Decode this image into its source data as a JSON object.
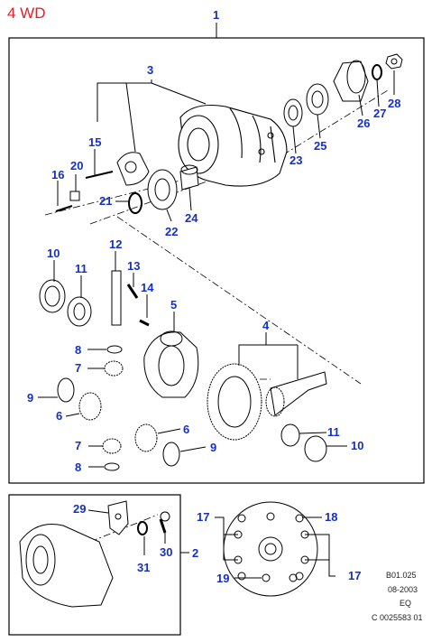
{
  "title": "4 WD",
  "main_callout": "1",
  "sub_callout": "2",
  "colors": {
    "title": "#e3202a",
    "callout": "#1530c8",
    "line": "#000000"
  },
  "callouts": [
    {
      "name": "callout-3",
      "label": "3"
    },
    {
      "name": "callout-15",
      "label": "15"
    },
    {
      "name": "callout-20",
      "label": "20"
    },
    {
      "name": "callout-16",
      "label": "16"
    },
    {
      "name": "callout-21",
      "label": "21"
    },
    {
      "name": "callout-22",
      "label": "22"
    },
    {
      "name": "callout-24",
      "label": "24"
    },
    {
      "name": "callout-23",
      "label": "23"
    },
    {
      "name": "callout-25",
      "label": "25"
    },
    {
      "name": "callout-26",
      "label": "26"
    },
    {
      "name": "callout-27",
      "label": "27"
    },
    {
      "name": "callout-28",
      "label": "28"
    },
    {
      "name": "callout-10a",
      "label": "10"
    },
    {
      "name": "callout-11a",
      "label": "11"
    },
    {
      "name": "callout-12",
      "label": "12"
    },
    {
      "name": "callout-13",
      "label": "13"
    },
    {
      "name": "callout-14",
      "label": "14"
    },
    {
      "name": "callout-5",
      "label": "5"
    },
    {
      "name": "callout-4",
      "label": "4"
    },
    {
      "name": "callout-8a",
      "label": "8"
    },
    {
      "name": "callout-7a",
      "label": "7"
    },
    {
      "name": "callout-9a",
      "label": "9"
    },
    {
      "name": "callout-6a",
      "label": "6"
    },
    {
      "name": "callout-6b",
      "label": "6"
    },
    {
      "name": "callout-7b",
      "label": "7"
    },
    {
      "name": "callout-9b",
      "label": "9"
    },
    {
      "name": "callout-8b",
      "label": "8"
    },
    {
      "name": "callout-11b",
      "label": "11"
    },
    {
      "name": "callout-10b",
      "label": "10"
    },
    {
      "name": "callout-29",
      "label": "29"
    },
    {
      "name": "callout-30",
      "label": "30"
    },
    {
      "name": "callout-31",
      "label": "31"
    },
    {
      "name": "callout-17a",
      "label": "17"
    },
    {
      "name": "callout-18",
      "label": "18"
    },
    {
      "name": "callout-19",
      "label": "19"
    },
    {
      "name": "callout-17b",
      "label": "17"
    }
  ],
  "footer": {
    "line1": "B01.025",
    "line2": "08-2003",
    "line3": "EQ",
    "line4": "C 0025583 01"
  }
}
